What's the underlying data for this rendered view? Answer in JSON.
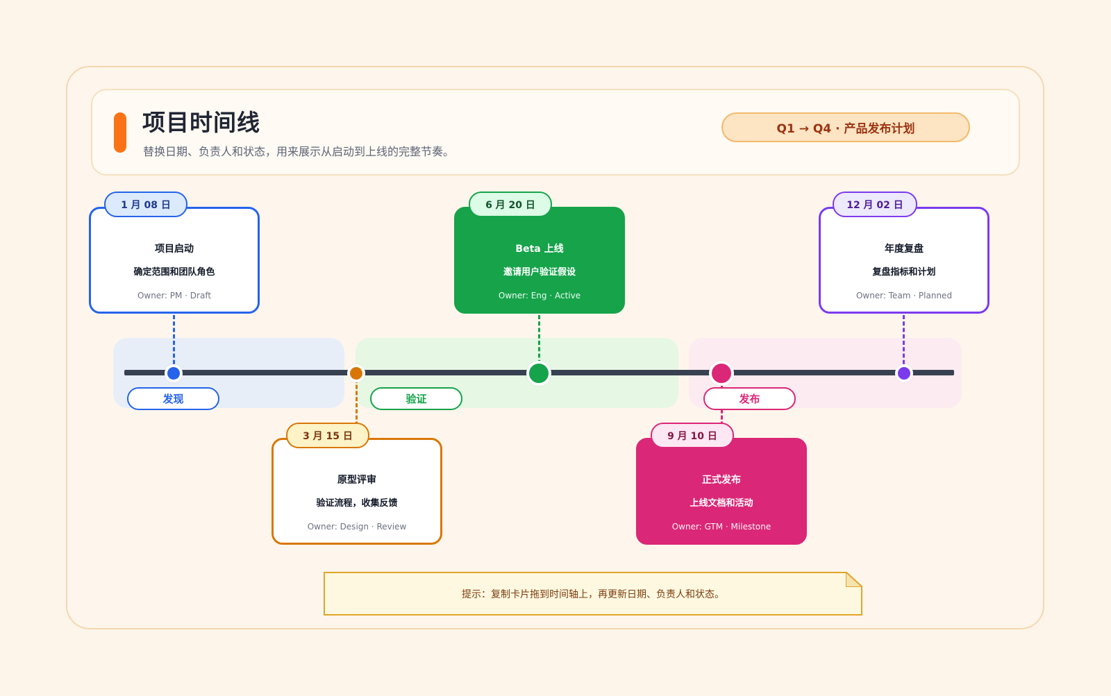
{
  "header": {
    "title": "项目时间线",
    "subtitle": "替换日期、负责人和状态，用来展示从启动到上线的完整节奏。",
    "plan": "Q1 → Q4 · 产品发布计划"
  },
  "phases": [
    {
      "label": "发现",
      "color": "#2563eb"
    },
    {
      "label": "验证",
      "color": "#16a34a"
    },
    {
      "label": "发布",
      "color": "#db2777"
    }
  ],
  "milestones": [
    {
      "date": "1 月 08 日",
      "title": "项目启动",
      "desc": "确定范围和团队角色",
      "owner": "Owner: PM · Draft",
      "color": "#2563eb"
    },
    {
      "date": "3 月 15 日",
      "title": "原型评审",
      "desc": "验证流程，收集反馈",
      "owner": "Owner: Design · Review",
      "color": "#d97706"
    },
    {
      "date": "6 月 20 日",
      "title": "Beta 上线",
      "desc": "邀请用户验证假设",
      "owner": "Owner: Eng · Active",
      "color": "#16a34a"
    },
    {
      "date": "9 月 10 日",
      "title": "正式发布",
      "desc": "上线文档和活动",
      "owner": "Owner: GTM · Milestone",
      "color": "#db2777"
    },
    {
      "date": "12 月 02 日",
      "title": "年度复盘",
      "desc": "复盘指标和计划",
      "owner": "Owner: Team · Planned",
      "color": "#7c3aed"
    }
  ],
  "note": {
    "text": "提示：复制卡片拖到时间轴上，再更新日期、负责人和状态。"
  }
}
